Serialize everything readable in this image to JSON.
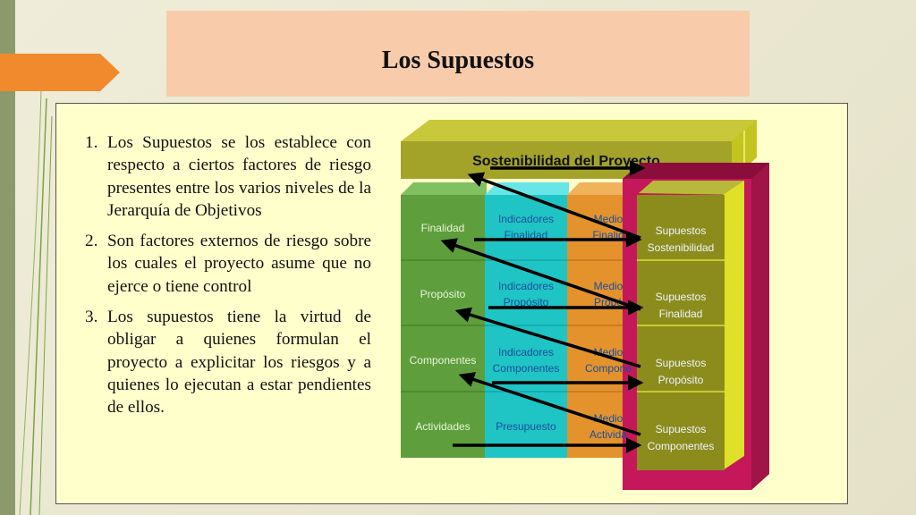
{
  "slide": {
    "title": "Los Supuestos",
    "items": [
      {
        "num": "1.",
        "text": "Los Supuestos se los establece con respecto a ciertos factores de riesgo presentes entre los varios niveles de la Jerarquía de Objetivos"
      },
      {
        "num": "2.",
        "text": "Son factores externos de riesgo sobre los cuales el proyecto asume que no ejerce o tiene control"
      },
      {
        "num": "3.",
        "text": "Los supuestos tiene la virtud de obligar a quienes formulan el proyecto a explicitar los riesgos y a quienes lo ejecutan a estar pendientes de ellos."
      }
    ]
  },
  "diagram": {
    "header": "Sostenibilidad del Proyecto",
    "col1": [
      "Finalidad",
      "Propósito",
      "Componentes",
      "Actividades"
    ],
    "col2": [
      [
        "Indicadores",
        "Finalidad"
      ],
      [
        "Indicadores",
        "Propósito"
      ],
      [
        "Indicadores",
        "Componentes"
      ],
      [
        "Presupuesto",
        ""
      ]
    ],
    "col3": [
      [
        "Medio",
        "Finalid"
      ],
      [
        "Medio",
        "Propó"
      ],
      [
        "Medio",
        "Compone"
      ],
      [
        "Medio",
        "Activida"
      ]
    ],
    "col4": [
      [
        "Supuestos",
        "Sostenibilidad"
      ],
      [
        "Supuestos",
        "Finalidad"
      ],
      [
        "Supuestos",
        "Propósito"
      ],
      [
        "Supuestos",
        "Componentes"
      ]
    ]
  },
  "colors": {
    "accent_orange": "#f08a2c",
    "title_bg": "#f8ccaa",
    "frame_bg": "#ffffcc",
    "header_olive": "#a3a32a",
    "col_green": "#5e9e3c",
    "col_cyan": "#1fc4c4",
    "col_orange": "#e3922c",
    "col_olive": "#8c8c1c",
    "frame_magenta": "#c4185a"
  }
}
